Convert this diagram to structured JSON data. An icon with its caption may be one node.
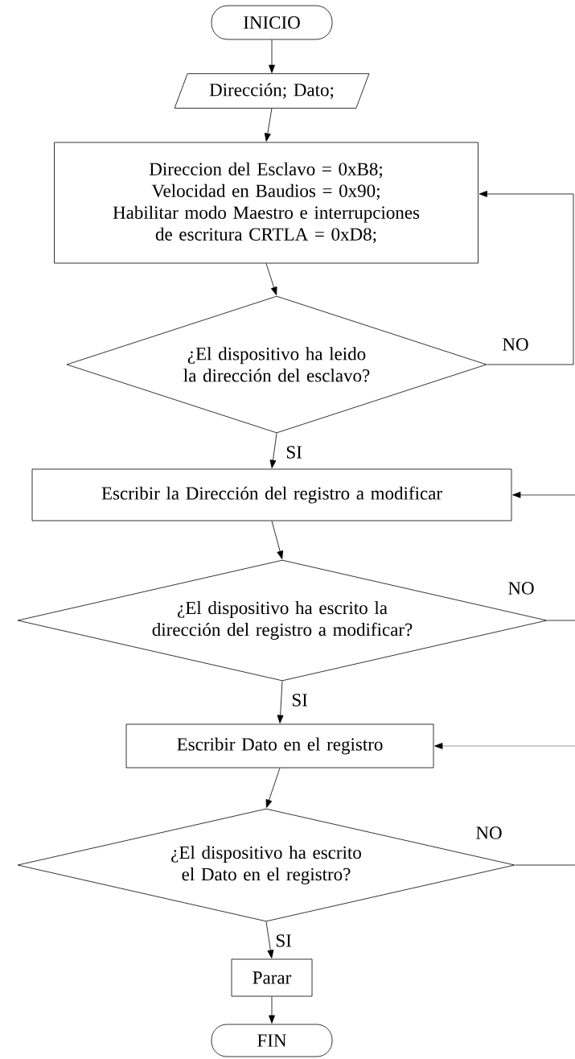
{
  "diagram": {
    "nodes": [
      {
        "text": [
          "INICIO"
        ]
      },
      {
        "text": [
          "Dirección;   Dato;"
        ]
      },
      {
        "text": [
          "Direccion del Esclavo = 0xB8;",
          "Velocidad en Baudios = 0x90;",
          "Habilitar modo Maestro e interrupciones de escritura CRTLA = 0xD8;"
        ]
      },
      {
        "text": [
          "¿El dispositivo ha leido la dirección del esclavo?"
        ]
      },
      {
        "text": [
          "Escribir la Dirección del registro a modificar"
        ]
      },
      {
        "text": [
          "¿El dispositivo ha escrito la dirección del registro a modificar?"
        ]
      },
      {
        "text": [
          "Escribir Dato en el registro"
        ]
      },
      {
        "text": [
          "¿El dispositivo ha escrito el Dato en el registro?"
        ]
      },
      {
        "text": [
          "Parar"
        ]
      },
      {
        "text": [
          "FIN"
        ]
      }
    ],
    "edges": [
      {
        "from": 0,
        "to": 1,
        "arrow": "to"
      },
      {
        "from": 1,
        "to": 2,
        "arrow": "to"
      },
      {
        "from": 2,
        "to": 3,
        "arrow": "to"
      },
      {
        "from": 3,
        "to": 4,
        "arrow": "to",
        "label": "SI"
      },
      {
        "from": 3,
        "to": 2,
        "arrow": "to",
        "label": "NO"
      },
      {
        "from": 4,
        "to": 5,
        "arrow": "to"
      },
      {
        "from": 5,
        "to": null,
        "arrow": "none",
        "label": "NO"
      },
      {
        "from": null,
        "to": 4,
        "arrow": "to"
      },
      {
        "from": 5,
        "to": 6,
        "arrow": "to",
        "label": "SI"
      },
      {
        "from": 6,
        "to": 7,
        "arrow": "to"
      },
      {
        "from": 7,
        "to": null,
        "arrow": "none",
        "label": "NO"
      },
      {
        "from": null,
        "to": 6,
        "arrow": "to"
      },
      {
        "from": 7,
        "to": 8,
        "arrow": "to",
        "label": "SI"
      },
      {
        "from": 8,
        "to": 9,
        "arrow": "to"
      }
    ]
  }
}
